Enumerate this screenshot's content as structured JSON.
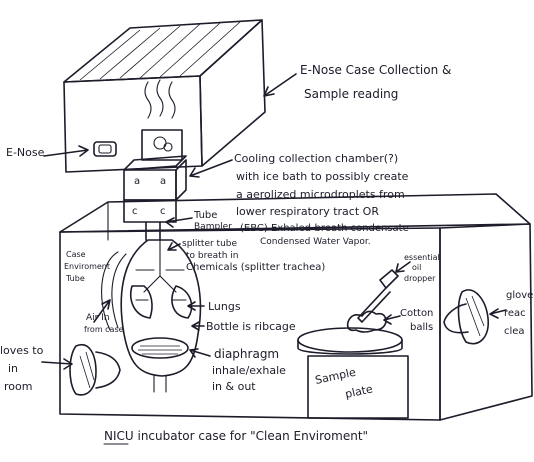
{
  "labels": {
    "enose_case_line1": "E-Nose Case Collection &",
    "enose_case_line2": "Sample reading",
    "enose": "E-Nose",
    "cooling_line1": "Cooling collection chamber(?)",
    "cooling_line2": "with ice bath to possibly create",
    "cooling_line3": "a aerolized microdroplets from",
    "cooling_line4": "lower respiratory tract OR",
    "ebc_line": "(EBC) Exhaled-breath condensate",
    "condensed": "Condensed Water Vapor.",
    "tube_line1": "Tube",
    "tube_line2": "Bampler",
    "splitter_line1": "splitter tube",
    "splitter_line2": "to breath in",
    "splitter_line3": "Chemicals (splitter trachea)",
    "case_env_line1": "Case",
    "case_env_line2": "Enviroment",
    "case_env_line3": "Tube",
    "air_line1": "Air In",
    "air_line2": "from case",
    "lungs": "Lungs",
    "bottle": "Bottle is ribcage",
    "diaphragm_line1": "diaphragm",
    "diaphragm_line2": "inhale/exhale",
    "diaphragm_line3": "in & out",
    "essential_line1": "essential",
    "essential_line2": "oil",
    "essential_line3": "dropper",
    "cotton_line1": "Cotton",
    "cotton_line2": "balls",
    "sample_line1": "Sample",
    "sample_line2": "plate",
    "gloves_left_line1": "loves to",
    "gloves_left_line2": "in",
    "gloves_left_line3": "room",
    "gloves_right_line1": "gloves",
    "gloves_right_line2": "reac",
    "gloves_right_line3": "clea",
    "caption": "NICU incubator case for \"Clean Enviroment\""
  }
}
